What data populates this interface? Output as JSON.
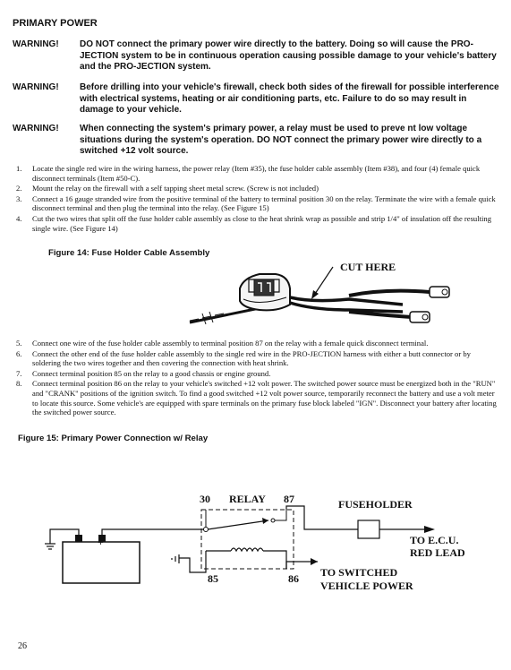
{
  "page": {
    "heading": "PRIMARY POWER",
    "page_number": "26"
  },
  "warnings": [
    {
      "label": "WARNING!",
      "text": "DO NOT connect the primary power wire directly to the battery.  Doing so will cause the PRO-JECTION system to be in continuous operation causing possible damage to your vehicle's battery and the PRO-JECTION system."
    },
    {
      "label": "WARNING!",
      "text": "Before drilling into your vehicle's firewall, check both sides of the firewall for possible interference with electrical systems, heating or air conditioning parts, etc.  Failure to do so may result in damage to your vehicle."
    },
    {
      "label": "WARNING!",
      "text": "When connecting the system's primary power, a relay must be used to preve nt low voltage situations during the system's operation.  DO NOT connect the primary power wire directly to a switched +12 volt source."
    }
  ],
  "steps_a": [
    {
      "num": "1.",
      "text": "Locate the single red wire in the wiring harness, the power relay (Item #35), the fuse holder cable assembly (Item #38), and four (4) female quick disconnect terminals (Item #50-C)."
    },
    {
      "num": "2.",
      "text": "Mount the relay on the firewall with a self tapping sheet metal screw. (Screw is not included)"
    },
    {
      "num": "3.",
      "text": "Connect a 16 gauge stranded wire from the positive terminal of the battery to terminal position 30 on the relay.  Terminate the wire with a female quick disconnect terminal and then plug the terminal into the relay. (See Figure 15)"
    },
    {
      "num": "4.",
      "text": "Cut the two wires that split off the fuse holder cable assembly as close to the heat shrink wrap as possible and strip 1/4\" of insulation off the resulting single wire. (See Figure 14)"
    }
  ],
  "figure14": {
    "title": "Figure 14:  Fuse Holder Cable Assembly",
    "callout": "CUT HERE"
  },
  "steps_b": [
    {
      "num": "5.",
      "text": "Connect one wire of the fuse holder cable assembly to terminal position 87 on the relay with a female quick disconnect terminal."
    },
    {
      "num": "6.",
      "text": "Connect the other end of the fuse holder cable assembly to the single red wire in the PRO-JECTION harness with either a butt connector or by soldering the two wires together and then covering the connection with heat shrink."
    },
    {
      "num": "7.",
      "text": "Connect terminal position 85 on the relay to a good chassis or engine ground."
    },
    {
      "num": "8.",
      "text": "Connect terminal position 86 on the relay to your vehicle's switched +12 volt power.  The switched power source must be energized both in the \"RUN\" and \"CRANK\" positions of the ignition switch.  To find a good switched +12 volt power source, temporarily reconnect the battery and use a volt meter to locate this source.  Some vehicle's are equipped with spare terminals on the primary fuse block labeled \"IGN\".  Disconnect your battery after locating the switched power source."
    }
  ],
  "figure15": {
    "title": "Figure 15:  Primary Power Connection w/ Relay",
    "relay_label": "RELAY",
    "terminal_30": "30",
    "terminal_87": "87",
    "terminal_85": "85",
    "terminal_86": "86",
    "fuseholder_label": "FUSEHOLDER",
    "ecu_line1": "TO E.C.U.",
    "ecu_line2": "RED LEAD",
    "switched_line1": "TO SWITCHED",
    "switched_line2": "VEHICLE POWER",
    "battery_minus": "−",
    "battery_plus": "+"
  }
}
